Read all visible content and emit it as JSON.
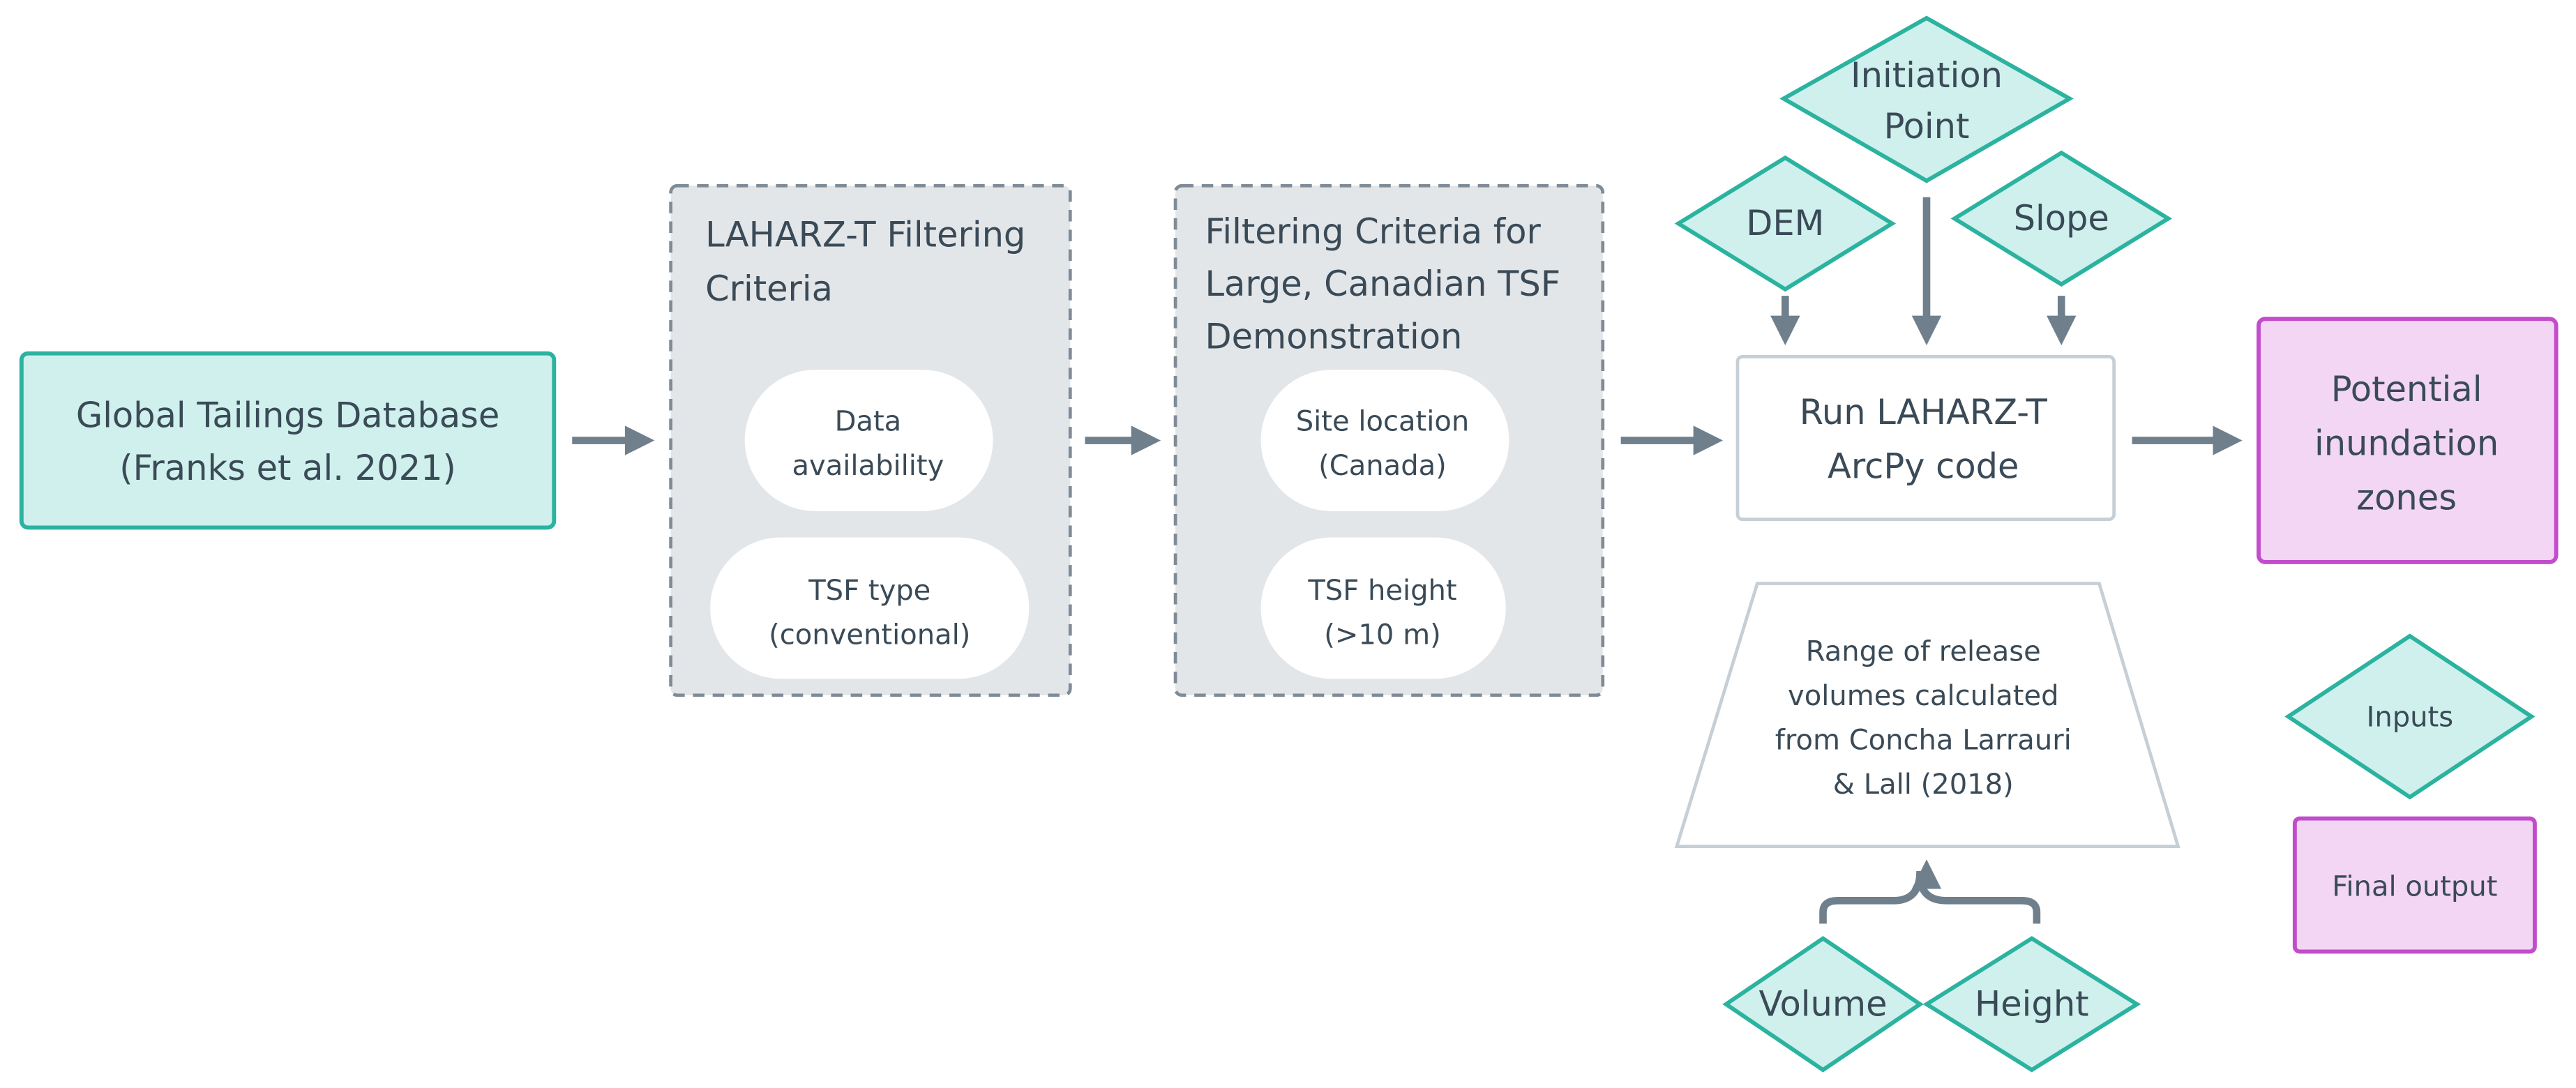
{
  "colors": {
    "teal_fill": "#cff0ec",
    "teal_stroke": "#2bb3a0",
    "pink_fill": "#f3d6f4",
    "pink_stroke": "#c24ccc",
    "gray_fill": "#e3e6e9",
    "gray_stroke": "#7f8b96",
    "arrow": "#6f7f8c",
    "text": "#3a4a57",
    "box_stroke": "#c6cfd6"
  },
  "database": {
    "line1": "Global Tailings Database",
    "line2": "(Franks et al. 2021)"
  },
  "laharz_group": {
    "title_line1": "LAHARZ-T Filtering",
    "title_line2": "Criteria",
    "data_availability": {
      "line1": "Data",
      "line2": "availability"
    },
    "tsf_type": {
      "line1": "TSF type",
      "line2": "(conventional)"
    }
  },
  "canadian_group": {
    "title_line1": "Filtering Criteria for",
    "title_line2": "Large, Canadian TSF",
    "title_line3": "Demonstration",
    "site_location": {
      "line1": "Site location",
      "line2": "(Canada)"
    },
    "tsf_height": {
      "line1": "TSF height",
      "line2": "(>10 m)"
    }
  },
  "inputs_top": {
    "initiation_point": {
      "line1": "Initiation",
      "line2": "Point"
    },
    "dem": "DEM",
    "slope": "Slope"
  },
  "run_code": {
    "line1": "Run LAHARZ-T",
    "line2": "ArcPy code"
  },
  "release_volumes": {
    "line1": "Range of release",
    "line2": "volumes calculated",
    "line3": "from Concha Larrauri",
    "line4": "& Lall (2018)"
  },
  "inputs_bottom": {
    "volume": "Volume",
    "height": "Height"
  },
  "output": {
    "line1": "Potential",
    "line2": "inundation",
    "line3": "zones"
  },
  "legend": {
    "inputs": "Inputs",
    "final_output": "Final output"
  }
}
